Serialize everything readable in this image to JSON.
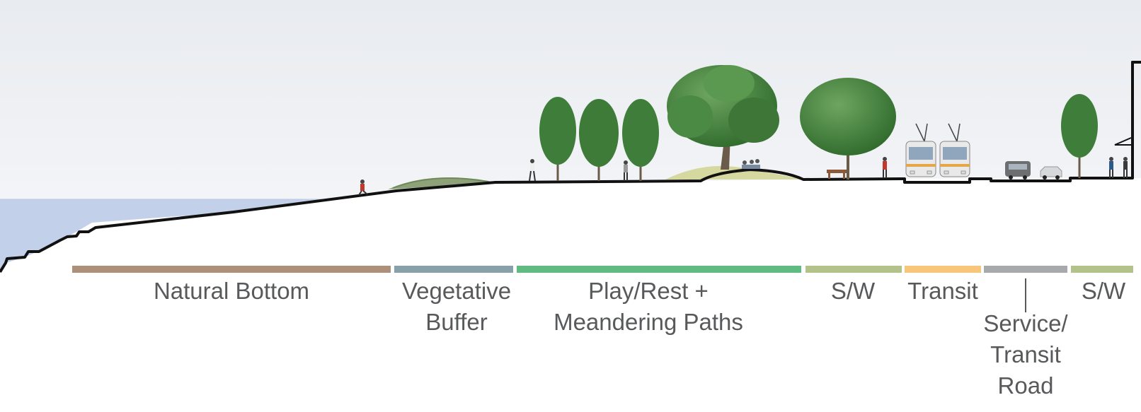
{
  "zones": [
    {
      "id": "natural-bottom",
      "label": "Natural Bottom",
      "color": "#ac907a"
    },
    {
      "id": "vegetative-buffer",
      "label": "Vegetative\nBuffer",
      "color": "#86a1a9"
    },
    {
      "id": "play-rest",
      "label": "Play/Rest +\nMeandering Paths",
      "color": "#5fbb80"
    },
    {
      "id": "sidewalk-1",
      "label": "S/W",
      "color": "#b3c28a"
    },
    {
      "id": "transit",
      "label": "Transit",
      "color": "#f7c67b"
    },
    {
      "id": "service-transit-road",
      "label": "Service/\nTransit\nRoad",
      "color": "#a7a9ac"
    },
    {
      "id": "sidewalk-2",
      "label": "S/W",
      "color": "#b3c28a"
    }
  ],
  "colors": {
    "sky_top": "#e9ecf1",
    "sky_bottom": "#f5f6f8",
    "water": "#c2d0ea",
    "ground_line": "#111111",
    "label_text": "#58595b",
    "tree": "#3f7d3a"
  }
}
